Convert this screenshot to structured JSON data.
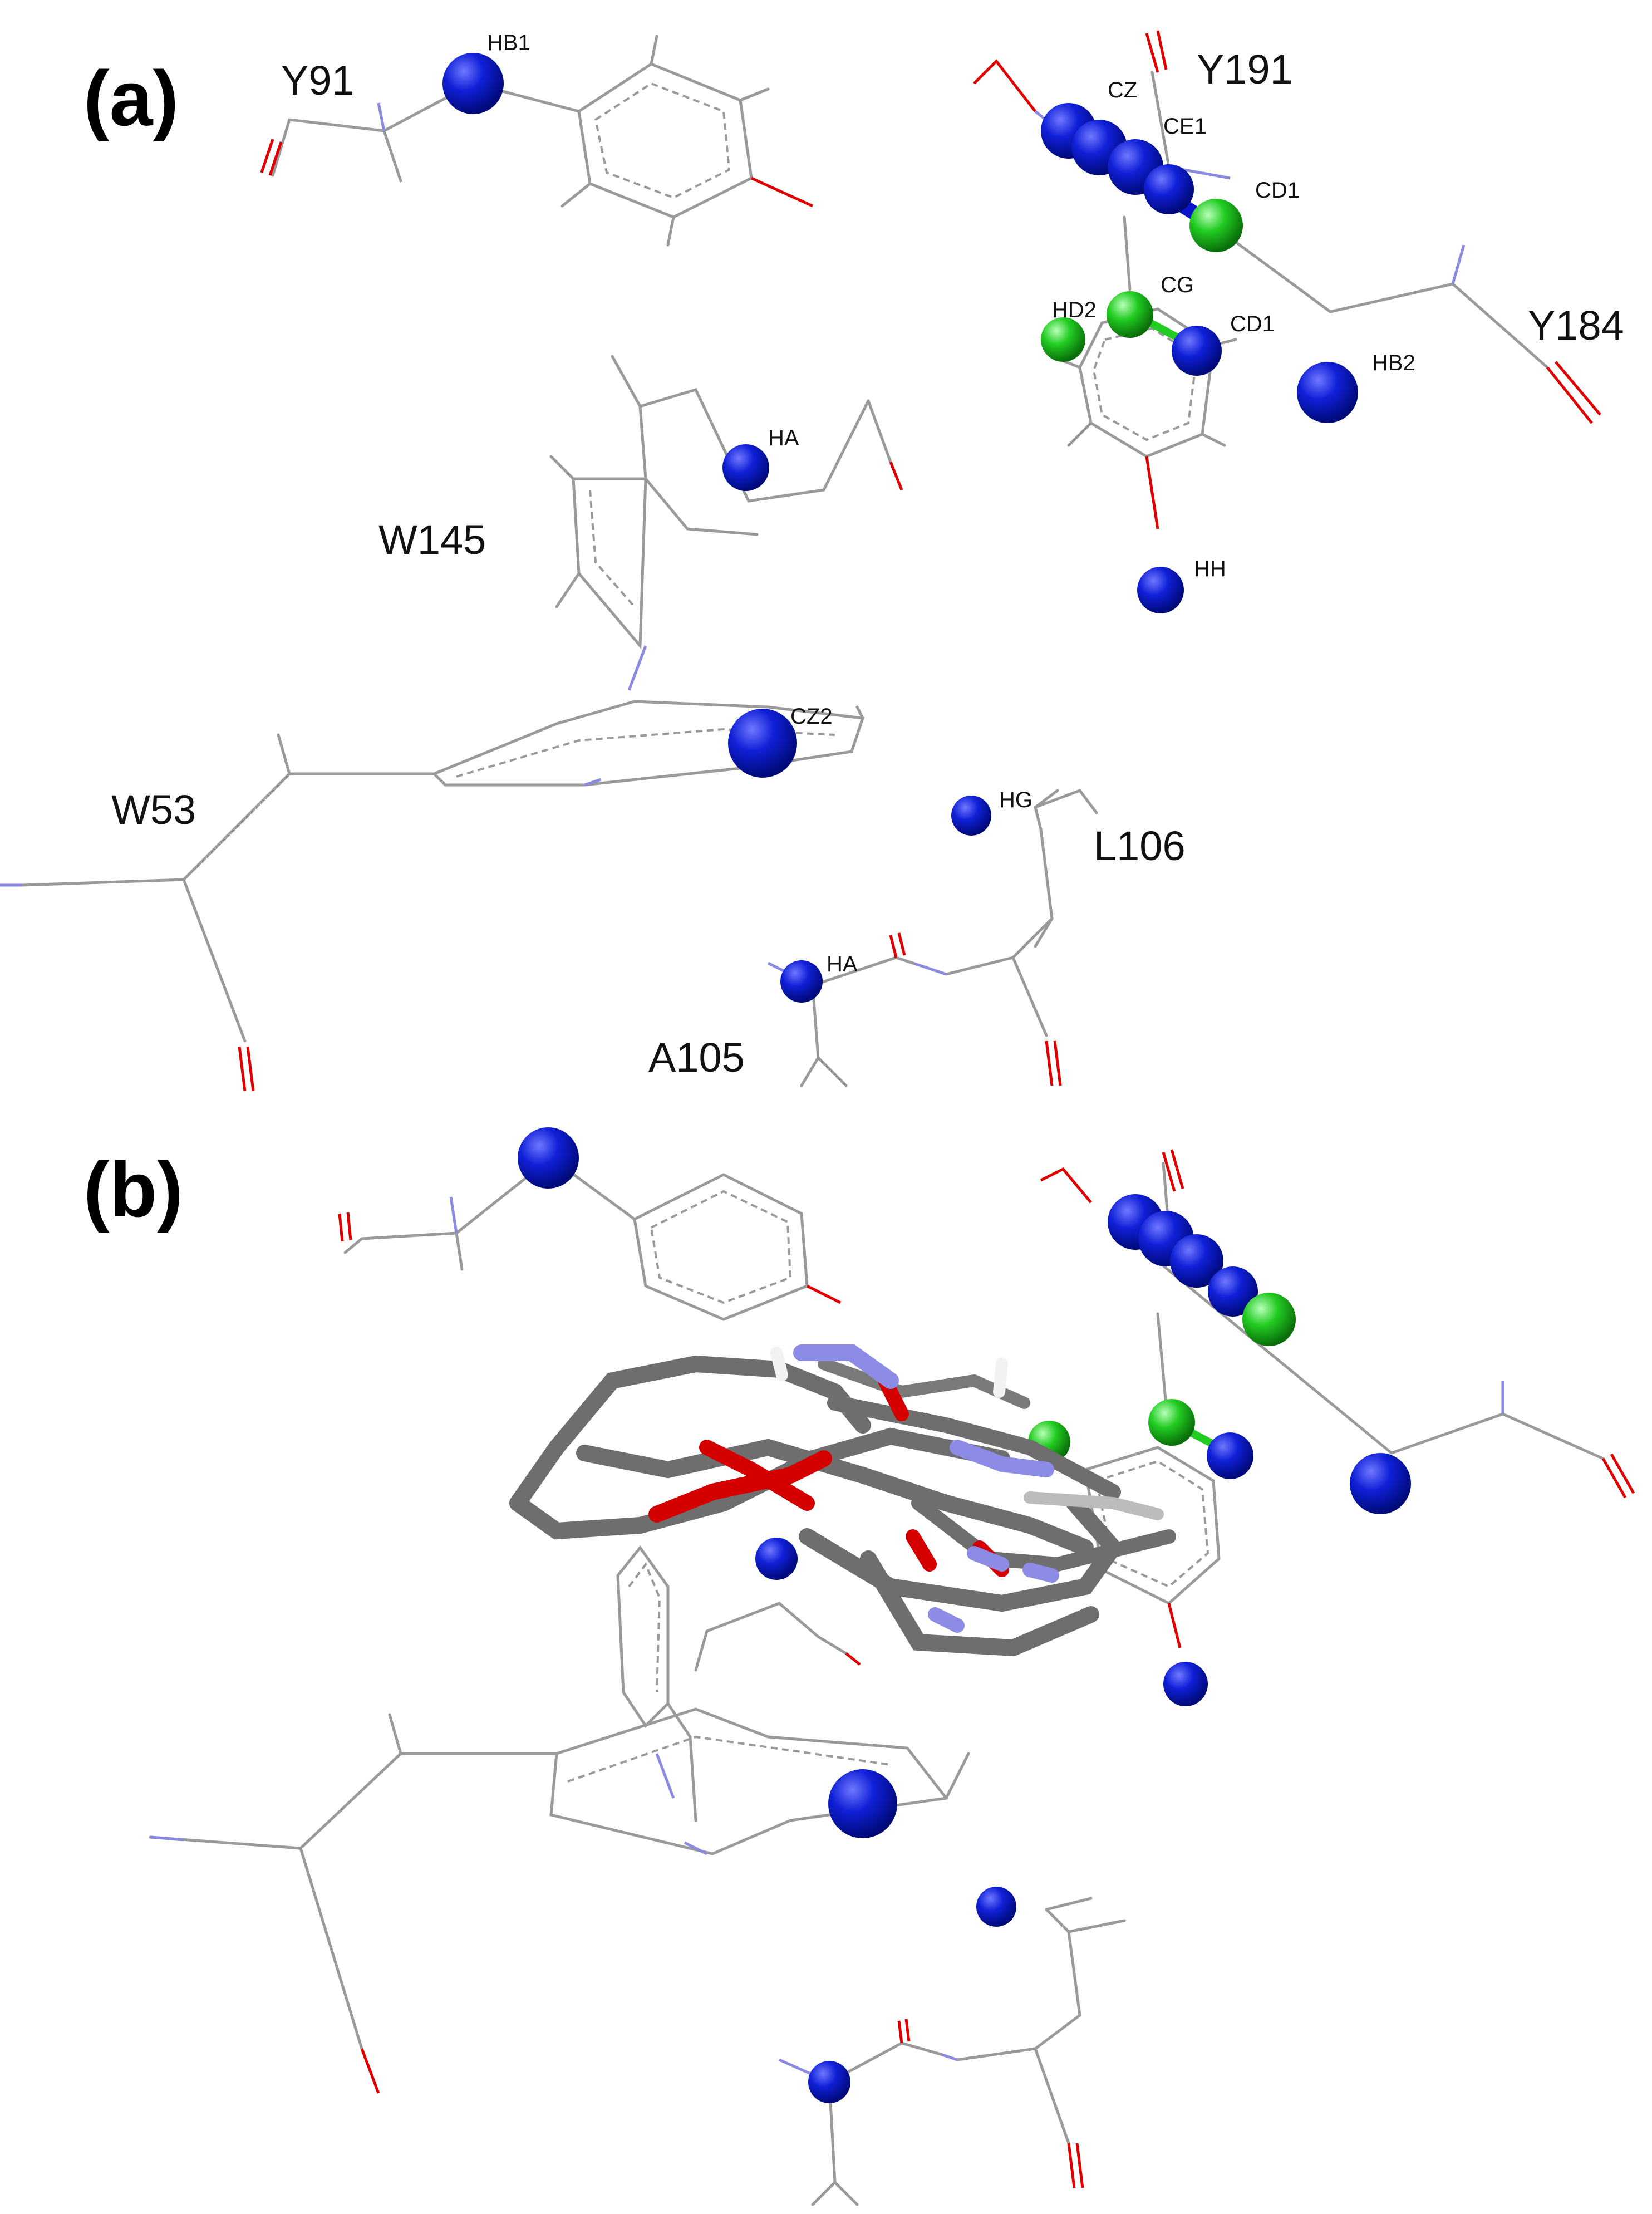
{
  "panels": [
    {
      "label": "(a)",
      "residues": [
        {
          "name": "Y91"
        },
        {
          "name": "Y191"
        },
        {
          "name": "Y184"
        },
        {
          "name": "W145"
        },
        {
          "name": "W53"
        },
        {
          "name": "L106"
        },
        {
          "name": "A105"
        }
      ],
      "atoms": [
        {
          "name": "HB1"
        },
        {
          "name": "CZ"
        },
        {
          "name": "CE1"
        },
        {
          "name": "CD1"
        },
        {
          "name": "CG"
        },
        {
          "name": "HD2"
        },
        {
          "name": "CD1"
        },
        {
          "name": "HB2"
        },
        {
          "name": "HA"
        },
        {
          "name": "HH"
        },
        {
          "name": "CZ2"
        },
        {
          "name": "HG"
        },
        {
          "name": "HA"
        }
      ]
    },
    {
      "label": "(b)"
    }
  ],
  "colors": {
    "sphere_blue": "#0a14c8",
    "sphere_green": "#22cc22",
    "bond_gray": "#9a9a9a",
    "nitrogen": "#8a8ae0",
    "oxygen": "#e00000",
    "ligand_gray": "#6e6e6e",
    "ligand_red": "#d40000",
    "ligand_blue": "#8c8ce6"
  }
}
